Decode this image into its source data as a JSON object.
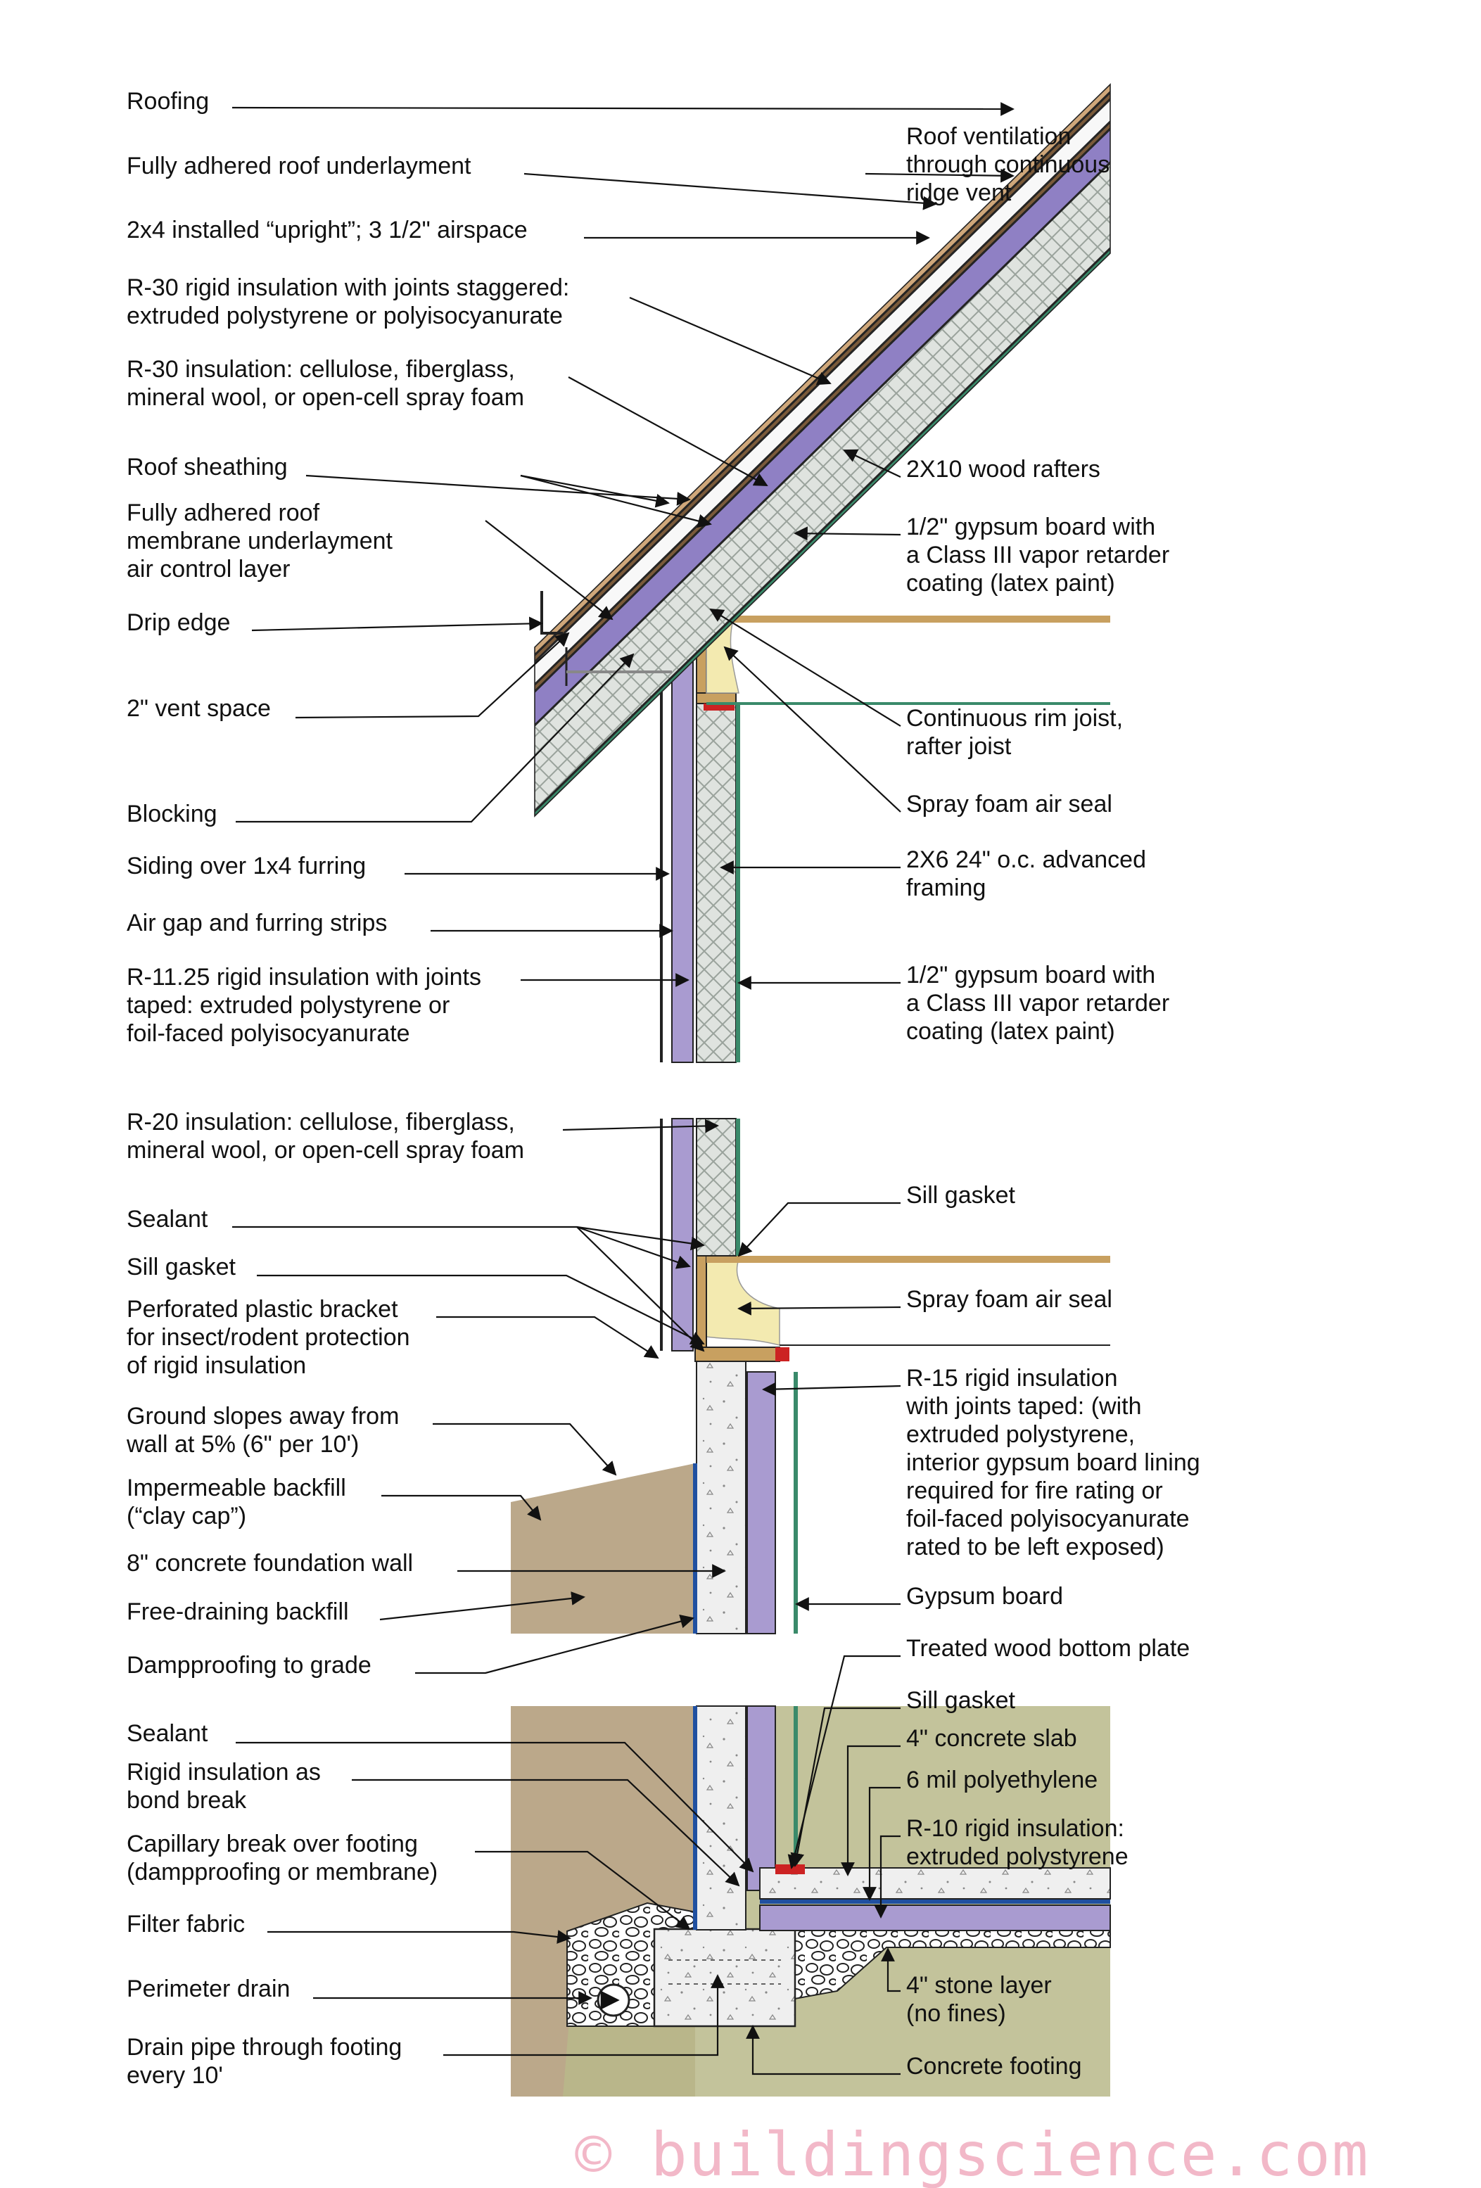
{
  "left_labels": [
    {
      "id": "roofing",
      "lines": [
        "Roofing"
      ]
    },
    {
      "id": "roof-underlayment",
      "lines": [
        "Fully adhered roof underlayment"
      ]
    },
    {
      "id": "upright-2x4",
      "lines": [
        "2x4 installed “upright”; 3 1/2\" airspace"
      ]
    },
    {
      "id": "r30-rigid",
      "lines": [
        "R-30 rigid insulation with joints staggered:",
        "extruded polystyrene or polyisocyanurate"
      ]
    },
    {
      "id": "r30-insulation",
      "lines": [
        "R-30 insulation: cellulose, fiberglass,",
        "mineral wool, or open-cell spray foam"
      ]
    },
    {
      "id": "roof-sheathing",
      "lines": [
        "Roof sheathing"
      ]
    },
    {
      "id": "roof-membrane",
      "lines": [
        "Fully adhered roof",
        "membrane underlayment",
        "air control layer"
      ]
    },
    {
      "id": "drip-edge",
      "lines": [
        "Drip edge"
      ]
    },
    {
      "id": "vent-space",
      "lines": [
        "2\" vent space"
      ]
    },
    {
      "id": "blocking",
      "lines": [
        "Blocking"
      ]
    },
    {
      "id": "siding",
      "lines": [
        "Siding over 1x4 furring"
      ]
    },
    {
      "id": "air-gap",
      "lines": [
        "Air gap and furring strips"
      ]
    },
    {
      "id": "r1125-rigid",
      "lines": [
        "R-11.25 rigid insulation with joints",
        "taped: extruded polystyrene or",
        "foil-faced polyisocyanurate"
      ]
    },
    {
      "id": "r20-insulation",
      "lines": [
        "R-20 insulation: cellulose, fiberglass,",
        "mineral wool, or open-cell spray foam"
      ]
    },
    {
      "id": "sealant-1",
      "lines": [
        "Sealant"
      ]
    },
    {
      "id": "sill-gasket-1",
      "lines": [
        "Sill gasket"
      ]
    },
    {
      "id": "plastic-bracket",
      "lines": [
        "Perforated plastic bracket",
        "for insect/rodent protection",
        "of rigid insulation"
      ]
    },
    {
      "id": "ground-slope",
      "lines": [
        "Ground slopes away from",
        "wall at 5% (6\" per 10')"
      ]
    },
    {
      "id": "impermeable-backfill",
      "lines": [
        "Impermeable backfill",
        "(“clay cap”)"
      ]
    },
    {
      "id": "foundation-wall",
      "lines": [
        "8\" concrete foundation wall"
      ]
    },
    {
      "id": "free-draining",
      "lines": [
        "Free-draining backfill"
      ]
    },
    {
      "id": "dampproofing",
      "lines": [
        "Dampproofing to grade"
      ]
    },
    {
      "id": "sealant-2",
      "lines": [
        "Sealant"
      ]
    },
    {
      "id": "bond-break",
      "lines": [
        "Rigid insulation as",
        "bond break"
      ]
    },
    {
      "id": "capillary-break",
      "lines": [
        "Capillary break over footing",
        "(dampproofing or membrane)"
      ]
    },
    {
      "id": "filter-fabric",
      "lines": [
        "Filter fabric"
      ]
    },
    {
      "id": "perimeter-drain",
      "lines": [
        "Perimeter drain"
      ]
    },
    {
      "id": "drain-pipe",
      "lines": [
        "Drain pipe through footing",
        "every 10'"
      ]
    }
  ],
  "right_labels": [
    {
      "id": "roof-ventilation",
      "lines": [
        "Roof ventilation",
        "through continuous",
        "ridge vent"
      ]
    },
    {
      "id": "rafters",
      "lines": [
        "2X10 wood rafters"
      ]
    },
    {
      "id": "gypsum-roof",
      "lines": [
        "1/2\" gypsum board with",
        "a Class III vapor retarder",
        "coating (latex paint)"
      ]
    },
    {
      "id": "rim-joist",
      "lines": [
        "Continuous rim joist,",
        "rafter joist"
      ]
    },
    {
      "id": "spray-foam-1",
      "lines": [
        "Spray foam air seal"
      ]
    },
    {
      "id": "framing",
      "lines": [
        "2X6 24\" o.c. advanced",
        "framing"
      ]
    },
    {
      "id": "gypsum-wall",
      "lines": [
        "1/2\" gypsum board with",
        "a Class III vapor retarder",
        "coating (latex paint)"
      ]
    },
    {
      "id": "sill-gasket-2",
      "lines": [
        "Sill gasket"
      ]
    },
    {
      "id": "spray-foam-2",
      "lines": [
        "Spray foam air seal"
      ]
    },
    {
      "id": "r15-rigid",
      "lines": [
        "R-15 rigid insulation",
        "with joints taped: (with",
        "extruded polystyrene,",
        "interior gypsum board lining",
        "required for fire rating or",
        "foil-faced polyisocyanurate",
        "rated to be left exposed)"
      ]
    },
    {
      "id": "gypsum-board",
      "lines": [
        "Gypsum board"
      ]
    },
    {
      "id": "bottom-plate",
      "lines": [
        "Treated wood bottom plate"
      ]
    },
    {
      "id": "sill-gasket-3",
      "lines": [
        "Sill gasket"
      ]
    },
    {
      "id": "concrete-slab",
      "lines": [
        "4\" concrete slab"
      ]
    },
    {
      "id": "polyethylene",
      "lines": [
        "6 mil polyethylene"
      ]
    },
    {
      "id": "r10-rigid",
      "lines": [
        "R-10 rigid insulation:",
        "extruded polystyrene"
      ]
    },
    {
      "id": "stone-layer",
      "lines": [
        "4\" stone layer",
        "(no fines)"
      ]
    },
    {
      "id": "concrete-footing",
      "lines": [
        "Concrete footing"
      ]
    }
  ],
  "watermark": "© buildingscience.com",
  "colors": {
    "rigid_insulation": "#a99bd0",
    "roof_band": "#8f80c4",
    "batt": "#d6dcd8",
    "spray_foam": "#f3eab0",
    "wood": "#c8a060",
    "concrete": "#eeeeee",
    "backfill": "#bba88a",
    "native_soil": "#b8b98a",
    "dampproofing": "#2050a0",
    "gasket": "#cc2222",
    "gypsum": "#3a8a6a",
    "watermark": "#f2b8c8"
  }
}
